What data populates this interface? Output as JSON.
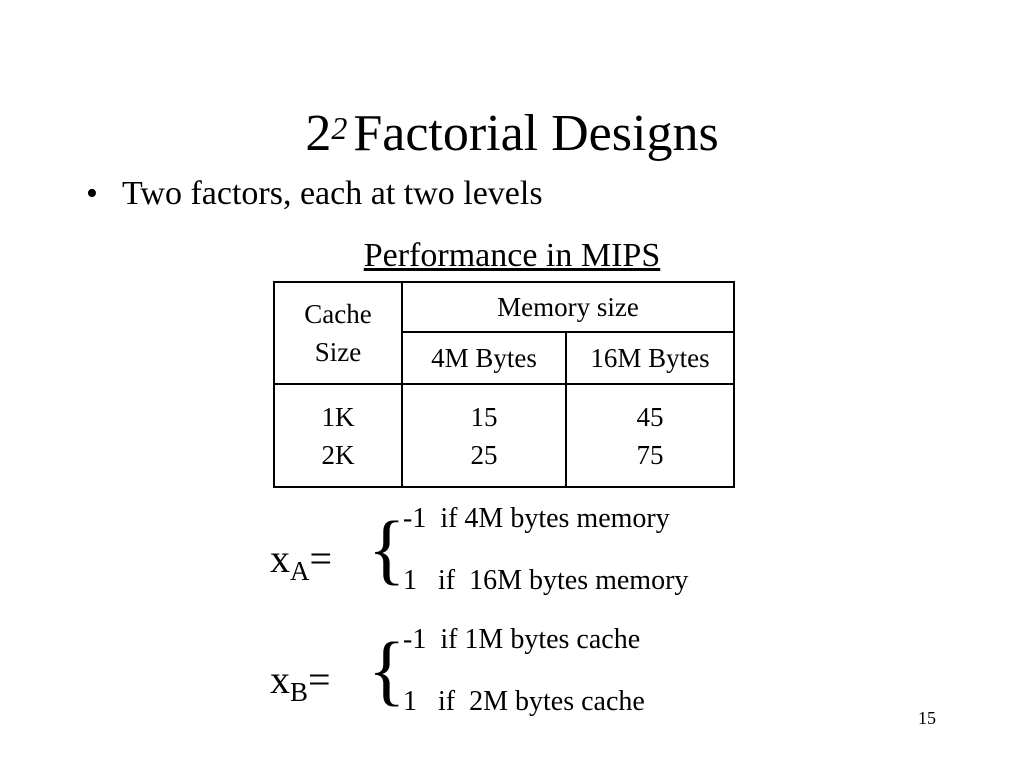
{
  "slide": {
    "title_base": "2",
    "title_exp": "2",
    "title_text": "Factorial Designs",
    "bullet_char": "•",
    "bullet_text": "Two factors, each at two levels",
    "page_number": "15"
  },
  "table": {
    "caption": "Performance in MIPS",
    "row_header_line1": "Cache",
    "row_header_line2": "Size",
    "col_group_header": "Memory size",
    "col1_header": "4M Bytes",
    "col2_header": "16M Bytes",
    "rows": [
      {
        "cache": "1K",
        "v4m": "15",
        "v16m": "45"
      },
      {
        "cache": "2K",
        "v4m": "25",
        "v16m": "75"
      }
    ]
  },
  "equations": {
    "xa_var": "x",
    "xa_sub": "A",
    "xa_eq": "=",
    "xa_brace": "{",
    "xa_case1": "-1  if 4M bytes memory",
    "xa_case2": "1   if  16M bytes memory",
    "xb_var": "x",
    "xb_sub": "B",
    "xb_eq": "=",
    "xb_brace": "{",
    "xb_case1": "-1  if 1M bytes cache",
    "xb_case2": "1   if  2M bytes cache"
  }
}
